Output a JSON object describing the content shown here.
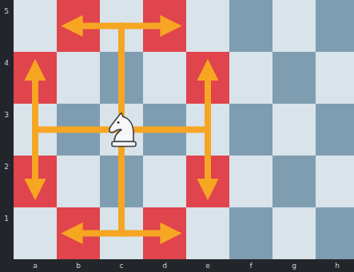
{
  "diagram": {
    "labels": [
      "5",
      "4",
      "3",
      "2",
      "1",
      "a",
      "b",
      "c",
      "d",
      "e",
      "f",
      "g",
      "h"
    ]
  }
}
